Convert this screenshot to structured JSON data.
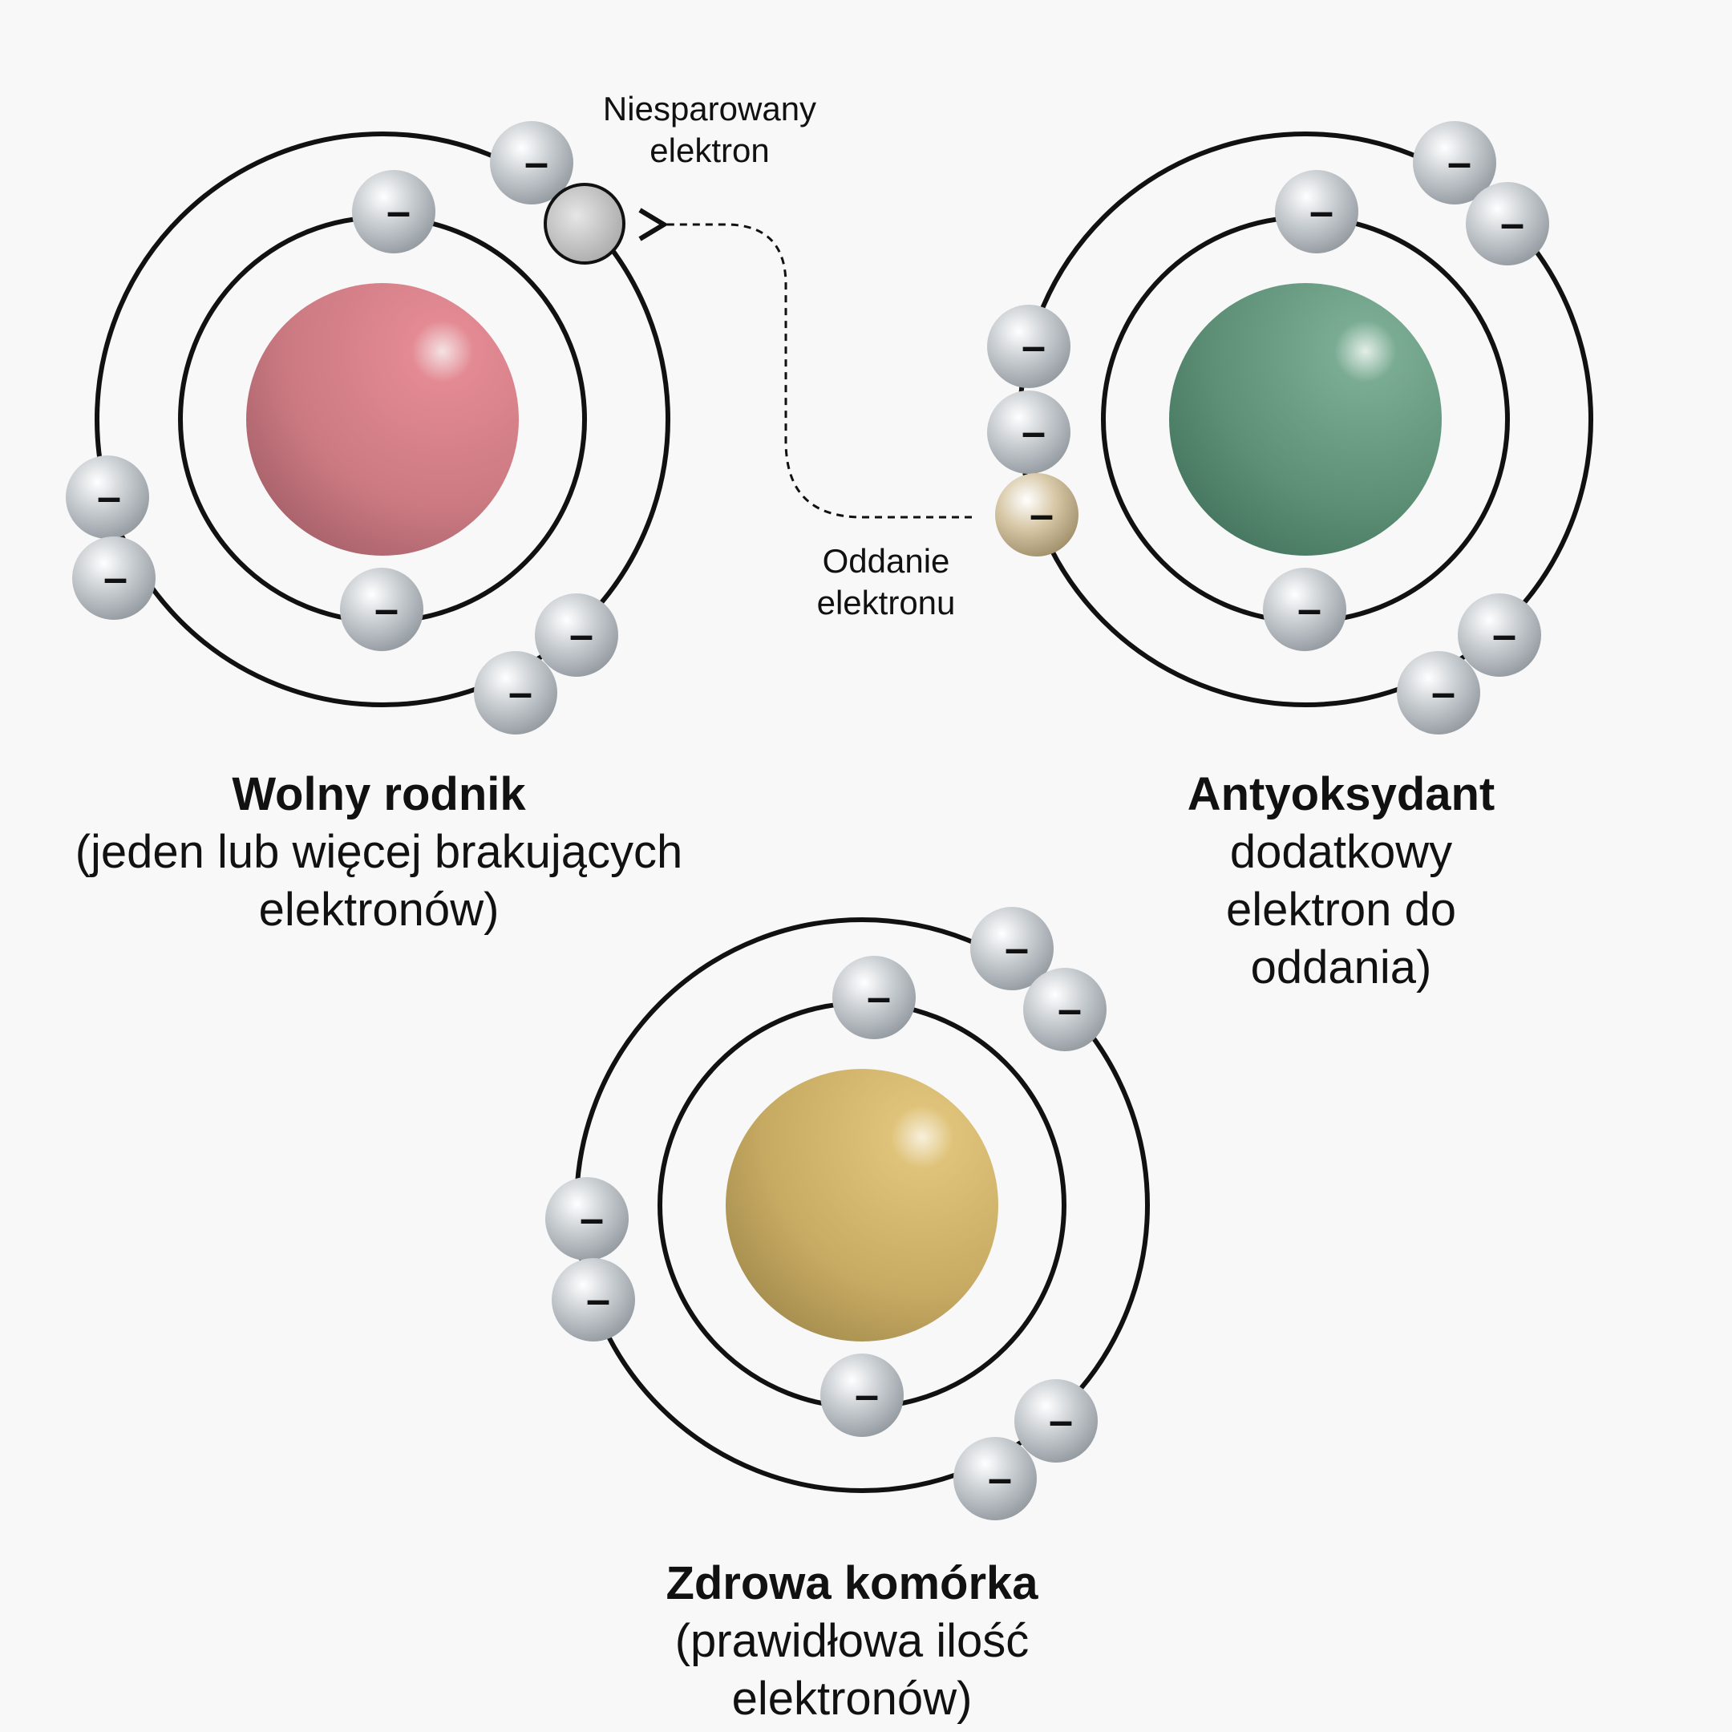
{
  "atoms": {
    "free_radical": {
      "title": "Wolny rodnik",
      "subtitle": "(jeden lub więcej brakujących\nelektronów)",
      "nucleus_color": "#d9838c",
      "nucleus_shade": "#9c5a63"
    },
    "antioxidant": {
      "title": "Antyoksydant",
      "subtitle": "dodatkowy\nelektron do\noddania)",
      "nucleus_color": "#6fa58a",
      "nucleus_shade": "#3f6e58"
    },
    "healthy_cell": {
      "title": "Zdrowa komórka",
      "subtitle": "(prawidłowa ilość\nelektronów)",
      "nucleus_color": "#d9bd72",
      "nucleus_shade": "#9a8448"
    }
  },
  "annotations": {
    "unpaired_electron": "Niesparowany\nelektron",
    "electron_donation": "Oddanie\nelektronu"
  },
  "electron_symbol": "–",
  "colors": {
    "electron": "#c9ced2",
    "unpaired_electron": "#b9b9b9",
    "donated_electron": "#d8c9a8",
    "orbit": "#111111",
    "background": "#f8f8f8"
  }
}
